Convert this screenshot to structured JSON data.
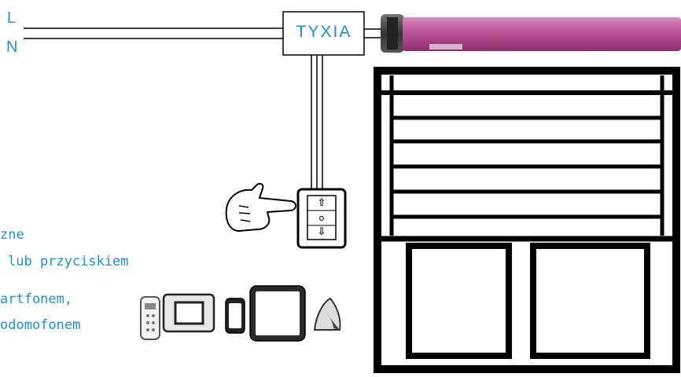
{
  "wires": {
    "l_label": "L",
    "n_label": "N"
  },
  "controller": {
    "label": "TYXIA"
  },
  "switch": {
    "up_symbol": "⇧",
    "stop_symbol": "o",
    "down_symbol": "⇩"
  },
  "description": {
    "line1": "zne",
    "line2": "lub przyciskiem",
    "line3": "artfonem,",
    "line4": "odomofonem"
  },
  "colors": {
    "accent": "#1f8fce",
    "motor_tube": "#b0448c",
    "line": "#000000"
  },
  "icons": [
    "pointing-hand-icon",
    "remote-control-icon",
    "wall-panel-icon",
    "smartphone-icon",
    "tablet-icon",
    "sensor-icon",
    "roller-motor-icon",
    "roller-shutter-icon"
  ]
}
